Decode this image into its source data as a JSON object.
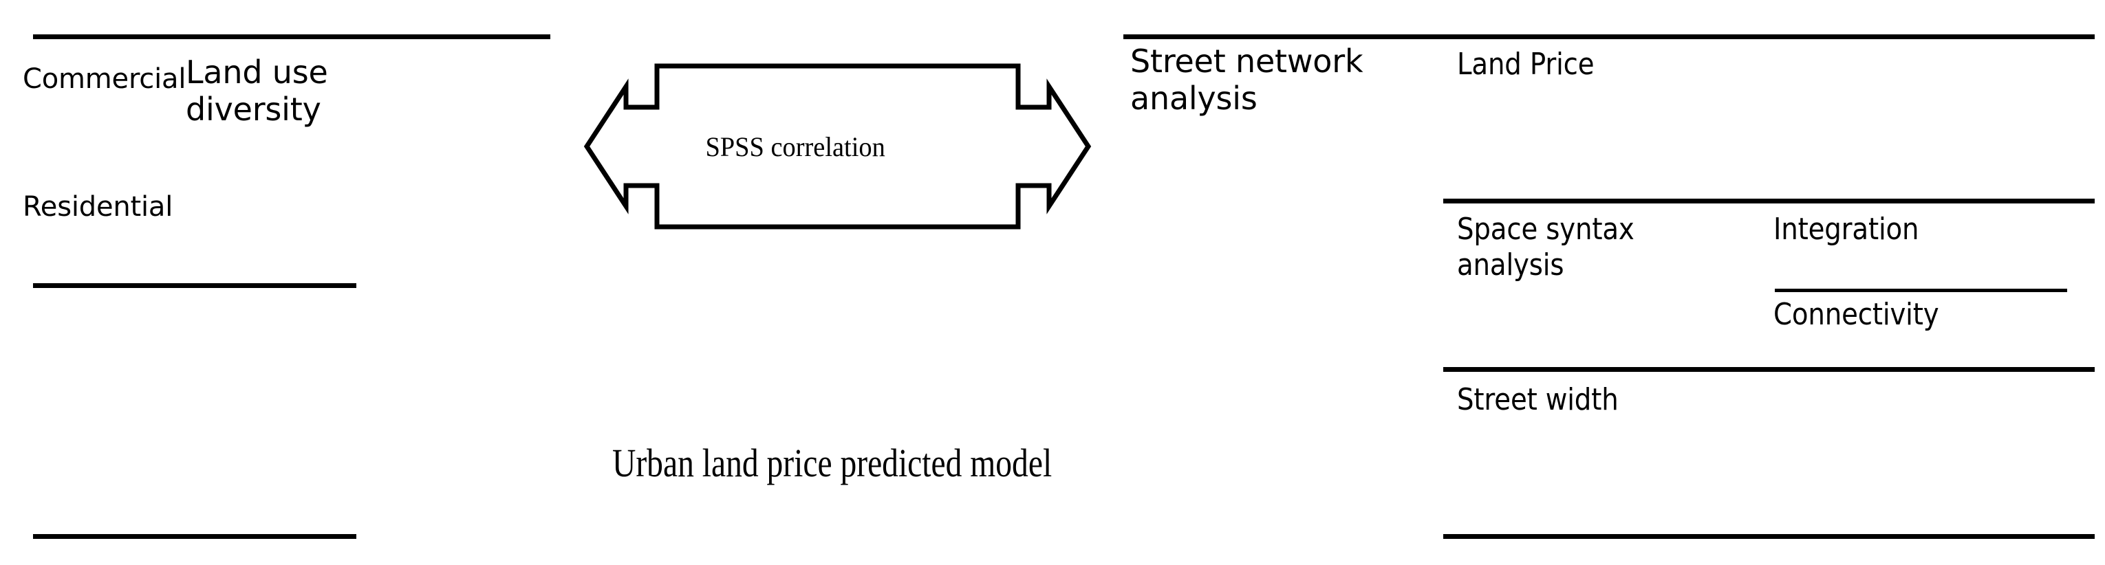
{
  "diagram": {
    "title": "Urban land price predicted model",
    "center_process_label": "SPSS correlation",
    "left_group": {
      "factors": [
        {
          "label": "Commercial"
        },
        {
          "label": "Residential"
        }
      ],
      "aggregate_label": "Land use\ndiversity"
    },
    "right_group": {
      "heading": "Street network analysis",
      "rows": [
        {
          "label": "Land Price",
          "sub_items": []
        },
        {
          "label": "Space syntax analysis",
          "sub_items": [
            "Integration",
            "Connectivity"
          ]
        },
        {
          "label": "Street width",
          "sub_items": []
        }
      ]
    }
  },
  "style": {
    "line_color": "#000000",
    "text_color": "#000000",
    "background": "#ffffff"
  }
}
